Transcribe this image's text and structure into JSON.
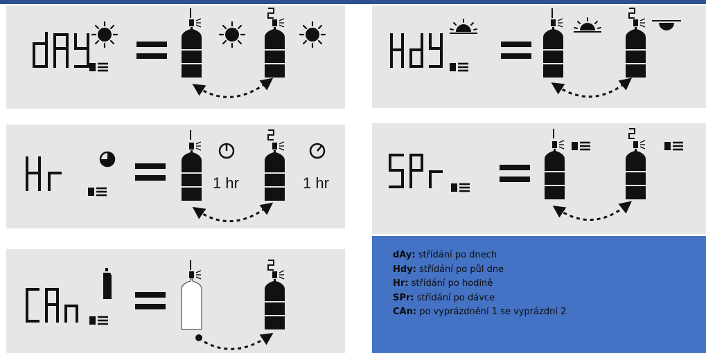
{
  "panels": [
    {
      "id": "day",
      "code": "dAy"
    },
    {
      "id": "hdy",
      "code": "Hdy"
    },
    {
      "id": "hr",
      "code": "Hr",
      "interval_label": "1 hr"
    },
    {
      "id": "spr",
      "code": "SPr"
    },
    {
      "id": "can",
      "code": "CAn"
    }
  ],
  "can_labels": {
    "first": "1",
    "second": "2"
  },
  "legend": {
    "items": [
      {
        "code": "dAy:",
        "text": " střídání po dnech"
      },
      {
        "code": "Hdy:",
        "text": " střídání po půl dne"
      },
      {
        "code": "Hr:",
        "text": " střídání po hodině"
      },
      {
        "code": "SPr:",
        "text": " střídání po dávce"
      },
      {
        "code": "CAn:",
        "text": " po vyprázdnění 1 se vyprázdní 2"
      }
    ]
  },
  "colors": {
    "panel": "#e6e6e6",
    "legend": "#4472c4",
    "ink": "#111111",
    "topbar": "#2f4f8f"
  }
}
